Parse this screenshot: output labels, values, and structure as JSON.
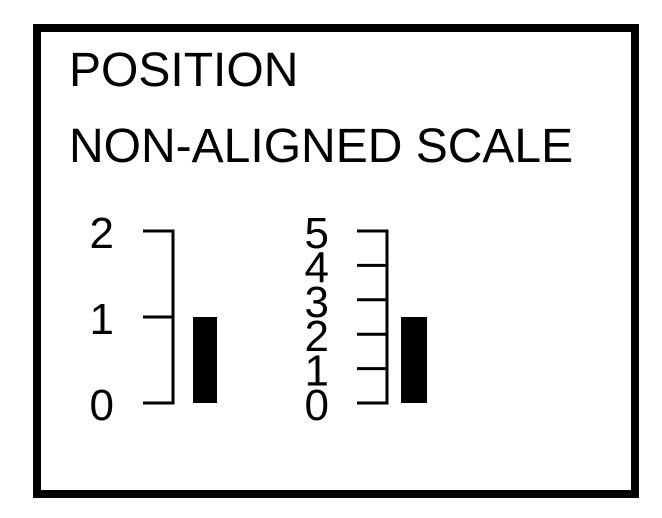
{
  "title": {
    "line1": "POSITION",
    "line2": "NON-ALIGNED SCALE"
  },
  "colors": {
    "ink": "#000000",
    "background": "#ffffff"
  },
  "chart_data": {
    "type": "bar",
    "scales": [
      {
        "name": "",
        "ticks": [
          "0",
          "1",
          "2"
        ],
        "range": [
          0,
          2
        ],
        "value": 1
      },
      {
        "name": "",
        "ticks": [
          "0",
          "1",
          "2",
          "3",
          "4",
          "5"
        ],
        "range": [
          0,
          5
        ],
        "value": 2.5
      }
    ]
  }
}
